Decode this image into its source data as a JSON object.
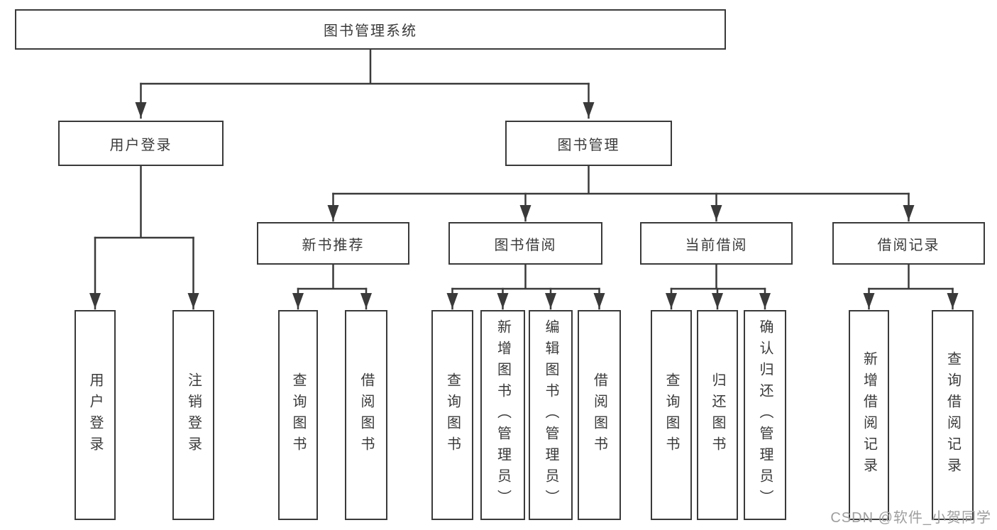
{
  "diagram": {
    "title": "图书管理系统",
    "nodes": {
      "root": "图书管理系统",
      "user_login": "用户登录",
      "book_mgmt": "图书管理",
      "new_rec": "新书推荐",
      "borrow": "图书借阅",
      "current": "当前借阅",
      "records": "借阅记录",
      "leaf_login": "用户登录",
      "leaf_logout": "注销登录",
      "rec_query": "查询图书",
      "rec_borrow": "借阅图书",
      "bb_query": "查询图书",
      "bb_add": "新增图书（管理员）",
      "bb_edit": "编辑图书（管理员）",
      "bb_borrow": "借阅图书",
      "cb_query": "查询图书",
      "cb_return": "归还图书",
      "cb_confirm": "确认归还（管理员）",
      "rc_add": "新增借阅记录",
      "rc_query": "查询借阅记录"
    },
    "hierarchy": {
      "图书管理系统": {
        "用户登录": [
          "用户登录",
          "注销登录"
        ],
        "图书管理": {
          "新书推荐": [
            "查询图书",
            "借阅图书"
          ],
          "图书借阅": [
            "查询图书",
            "新增图书（管理员）",
            "编辑图书（管理员）",
            "借阅图书"
          ],
          "当前借阅": [
            "查询图书",
            "归还图书",
            "确认归还（管理员）"
          ],
          "借阅记录": [
            "新增借阅记录",
            "查询借阅记录"
          ]
        }
      }
    }
  },
  "watermark": {
    "text": "CSDN @软件_小贺同学",
    "color": "#9e9e9e"
  },
  "colors": {
    "line": "#3a3a3a",
    "text": "#3a3a3a",
    "box_fill": "#ffffff",
    "background": "#ffffff"
  }
}
